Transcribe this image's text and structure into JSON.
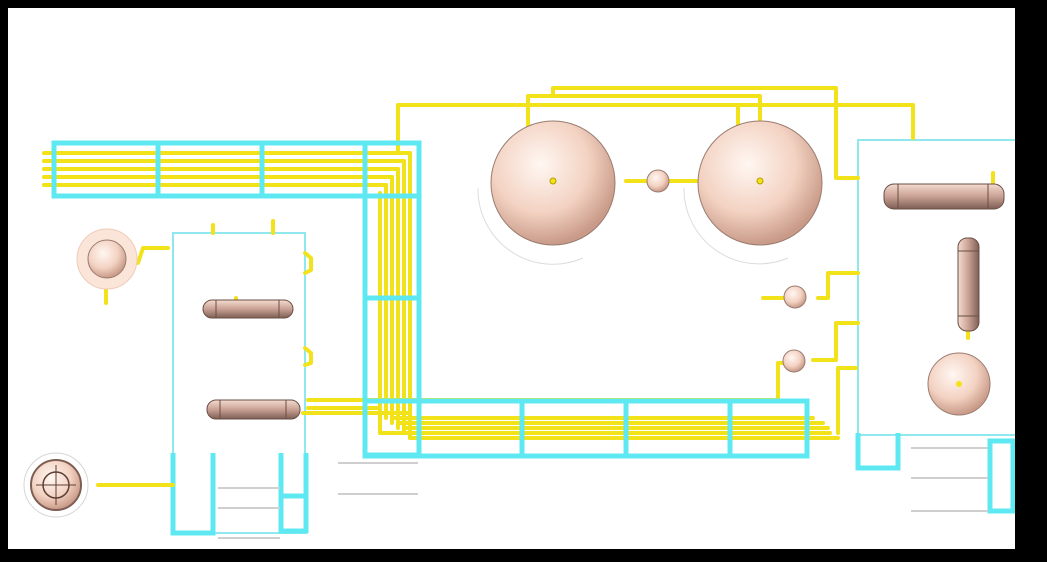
{
  "scene": {
    "background": "#ffffff",
    "frame_color": "#000000",
    "colors": {
      "pipe": "#f2e21a",
      "pipe_edge": "#b59f00",
      "rack": "#5ee8f2",
      "vessel_fill": "#f7d9cc",
      "vessel_edge": "#9a7c70",
      "platform": "#5ee8f2"
    },
    "equipment": [
      {
        "type": "pipe-rack-horizontal",
        "name": "upper-left-rack"
      },
      {
        "type": "pipe-rack-vertical",
        "name": "center-vertical-rack"
      },
      {
        "type": "pipe-rack-horizontal",
        "name": "lower-center-rack"
      },
      {
        "type": "spherical-tank",
        "name": "sphere-tank-left"
      },
      {
        "type": "spherical-tank",
        "name": "sphere-tank-right"
      },
      {
        "type": "small-sphere",
        "name": "sphere-pump-center"
      },
      {
        "type": "small-sphere",
        "name": "sphere-pump-mid-right"
      },
      {
        "type": "small-sphere",
        "name": "sphere-pump-lower-right"
      },
      {
        "type": "horizontal-drum",
        "name": "drum-left-upper"
      },
      {
        "type": "horizontal-drum",
        "name": "drum-left-lower"
      },
      {
        "type": "horizontal-drum",
        "name": "drum-right-upper"
      },
      {
        "type": "vertical-drum",
        "name": "drum-right-vertical"
      },
      {
        "type": "spherical-tank",
        "name": "sphere-right-small"
      },
      {
        "type": "small-sphere",
        "name": "sphere-left-upper"
      },
      {
        "type": "compressor",
        "name": "compressor-left-lower"
      },
      {
        "type": "structure",
        "name": "left-structure"
      },
      {
        "type": "structure",
        "name": "right-structure"
      }
    ]
  }
}
